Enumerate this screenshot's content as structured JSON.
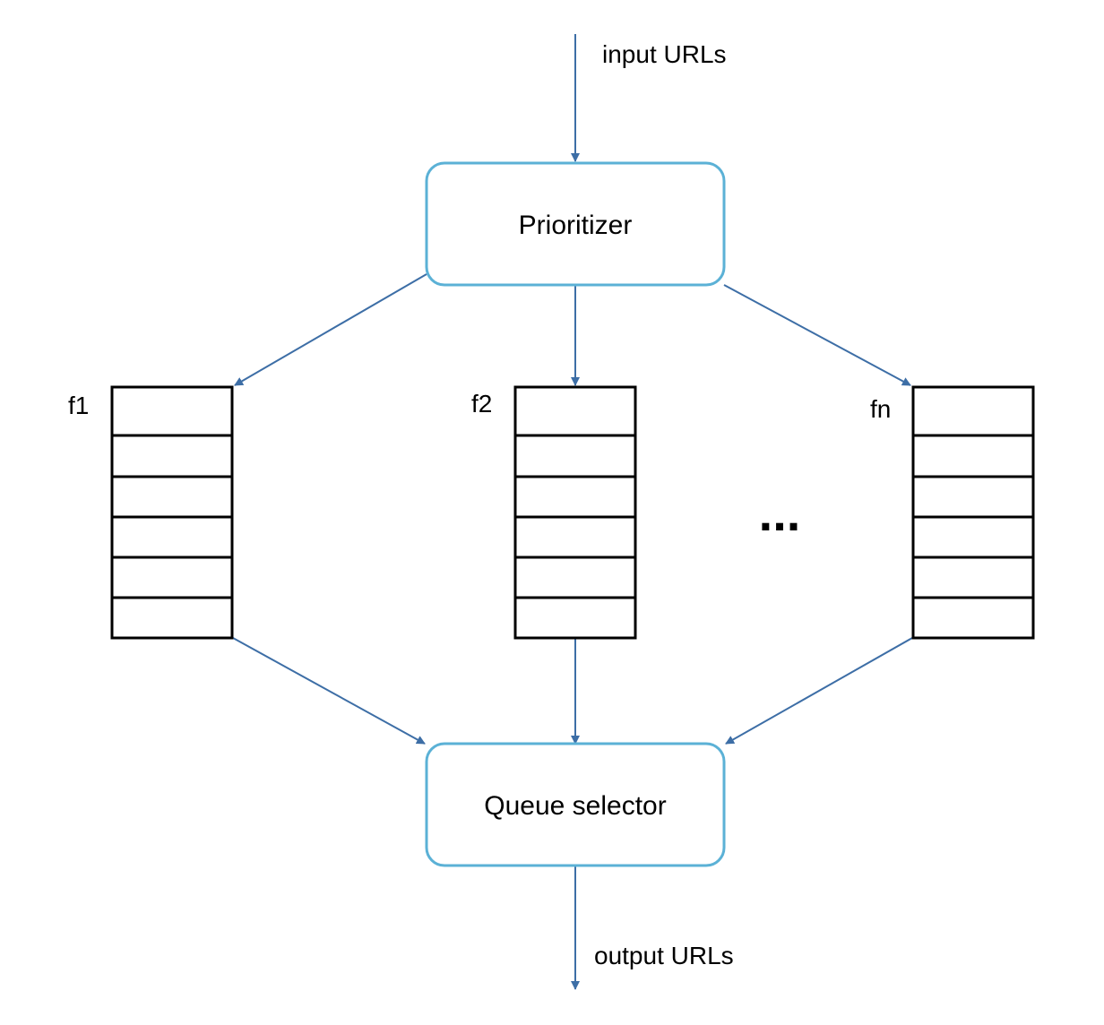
{
  "colors": {
    "edge": "#3d6ea6",
    "node_border": "#5bb1d6",
    "queue_border": "#000000"
  },
  "labels": {
    "input": "input URLs",
    "output": "output URLs",
    "ellipsis": "..."
  },
  "nodes": {
    "prioritizer": "Prioritizer",
    "queue_selector": "Queue selector"
  },
  "queues": [
    {
      "label": "f1",
      "slots": 6
    },
    {
      "label": "f2",
      "slots": 6
    },
    {
      "label": "fn",
      "slots": 6
    }
  ]
}
